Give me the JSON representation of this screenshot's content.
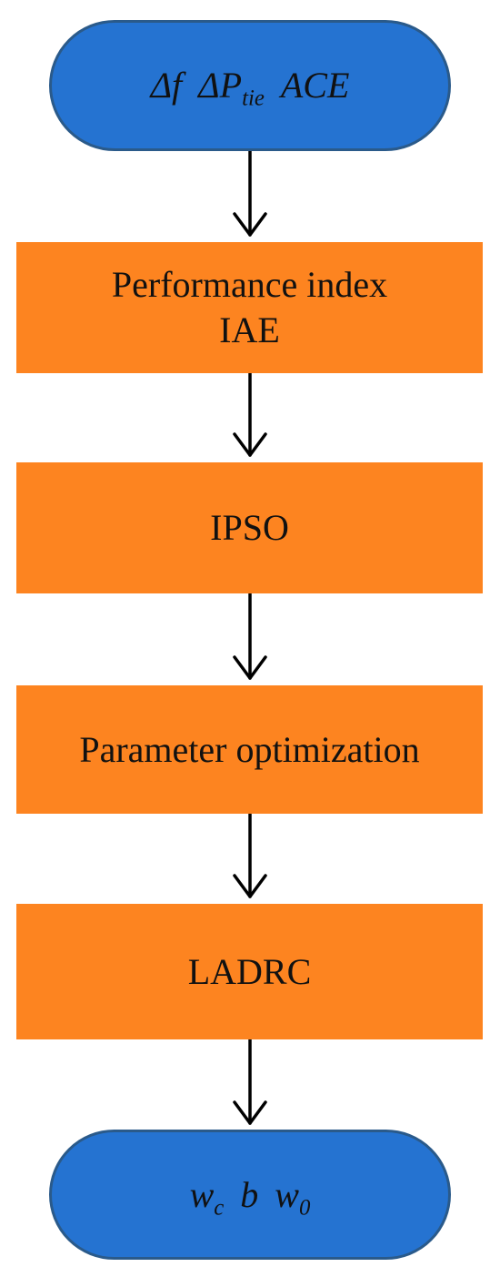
{
  "colors": {
    "terminal_fill": "#2573d1",
    "process_fill": "#fd8420",
    "arrow": "#000000"
  },
  "start": {
    "f_symbol": "Δf",
    "ptie_main": "ΔP",
    "ptie_sub": "tie",
    "ace": "ACE"
  },
  "steps": [
    {
      "line1": "Performance index",
      "line2": "IAE"
    },
    {
      "line1": "IPSO"
    },
    {
      "line1": "Parameter optimization"
    },
    {
      "line1": "LADRC"
    }
  ],
  "end": {
    "wc_main": "w",
    "wc_sub": "c",
    "b": "b",
    "w0_main": "w",
    "w0_sub": "0"
  }
}
